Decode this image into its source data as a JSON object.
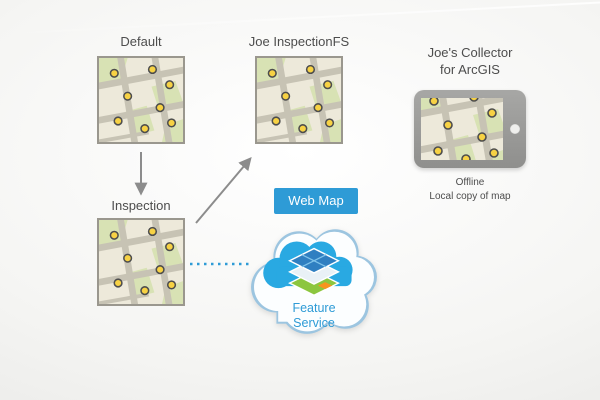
{
  "diagram": {
    "nodes": {
      "default_map": {
        "label": "Default"
      },
      "joe_inspection_fs": {
        "label": "Joe InspectionFS"
      },
      "inspection": {
        "label": "Inspection"
      },
      "collector_device": {
        "label_line1": "Joe's Collector",
        "label_line2": "for ArcGIS",
        "caption_line1": "Offline",
        "caption_line2": "Local copy of map"
      },
      "web_map": {
        "banner_label": "Web Map"
      },
      "feature_service": {
        "label_line1": "Feature",
        "label_line2": "Service"
      }
    },
    "icons": {
      "cloud_icon": "cloud",
      "layers_icon": "stacked-map-tiles",
      "poi_marker": "yellow-dot",
      "tablet_icon": "tablet-device"
    },
    "colors": {
      "accent_blue": "#2E9BD6",
      "cloud_blue": "#29A9E2",
      "arrow_gray": "#8C8C8C",
      "map_background": "#EDE9DA",
      "street_gray": "#C7C3B4",
      "poi_yellow": "#F7D244",
      "green_area": "#D8E2B4",
      "label_gray": "#4D4D4D"
    }
  }
}
